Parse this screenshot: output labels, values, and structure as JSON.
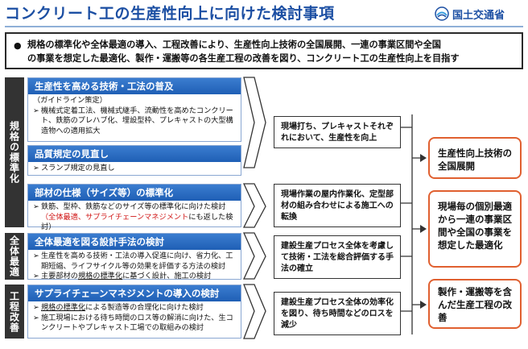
{
  "header": {
    "title": "コンクリート工の生産性向上に向けた検討事項",
    "ministry": "国土交通省"
  },
  "summary": {
    "bullet": "●",
    "line1": "規格の標準化や全体最適の導入、工程改善により、生産性向上技術の全国展開、一連の事業区間や全国",
    "line2": "の事業を想定した最適化、製作・運搬等の各生産工程の改善を図り、コンクリート工の生産性向上を目指す"
  },
  "categories": {
    "standardization": "規格の標準化",
    "optimization": "全体最適",
    "process": "工程改善"
  },
  "sections": {
    "s1": {
      "header": "生産性を高める技術・工法の普及",
      "note": "（ガイドライン策定）",
      "item1": "機械式定着工法、機械式継手、流動性を高めたコンクリート、鉄筋のプレハブ化、埋設型枠、プレキャストの大型構造物への適用拡大"
    },
    "s2": {
      "header": "品質規定の見直し",
      "item1": "スランプ規定の見直し"
    },
    "s3": {
      "header": "部材の仕様（サイズ等）の標準化",
      "item1": "鉄筋、型枠、鉄筋などのサイズ等の標準化に向けた検討",
      "item1_red": "（全体最適、サプライチェーンマネジメント",
      "item1_tail": "にも返した検討）"
    },
    "s4": {
      "header": "全体最適を図る設計手法の検討",
      "item1": "生産性を高める技術・工法の導入促進に向け、省力化、工期短縮、ライフサイクル等の効果を評価する方法の検討",
      "item2a": "主要部材の",
      "item2u": "規格の標準化",
      "item2b": "に基づく設計、施工の検討"
    },
    "s5": {
      "header": "サプライチェーンマネジメントの導入の検討",
      "item1a": "",
      "item1u": "規格の標準化",
      "item1b": "による製造等の合理化に向けた検討",
      "item2": "施工現場における待ち時間のロス等の解消に向けた、生コンクリートやプレキャスト工場での取組みの検討"
    }
  },
  "middle": {
    "m1": "現場打ち、プレキャストそれぞれにおいて、生産性を向上",
    "m2": "現場作業の屋内作業化、定型部材の組み合わせによる施工への転換",
    "m3": "建設生産プロセス全体を考慮して技術・工法を総合評価する手法の確立",
    "m4": "建設生産プロセス全体の効率化を図り、待ち時間などのロスを減少"
  },
  "right": {
    "r1": "生産性向上技術の全国展開",
    "r2": "現場毎の個別最適から一連の事業区間や全国の事業を想定した最適化",
    "r3": "製作・運搬等を含んだ生産工程の改善"
  },
  "arrow_glyph": "➢",
  "colors": {
    "title": "#1c4fa3",
    "section_header": "#1f5fb5",
    "category": "#333333",
    "result_border": "#e06030",
    "highlight": "#d01818"
  }
}
